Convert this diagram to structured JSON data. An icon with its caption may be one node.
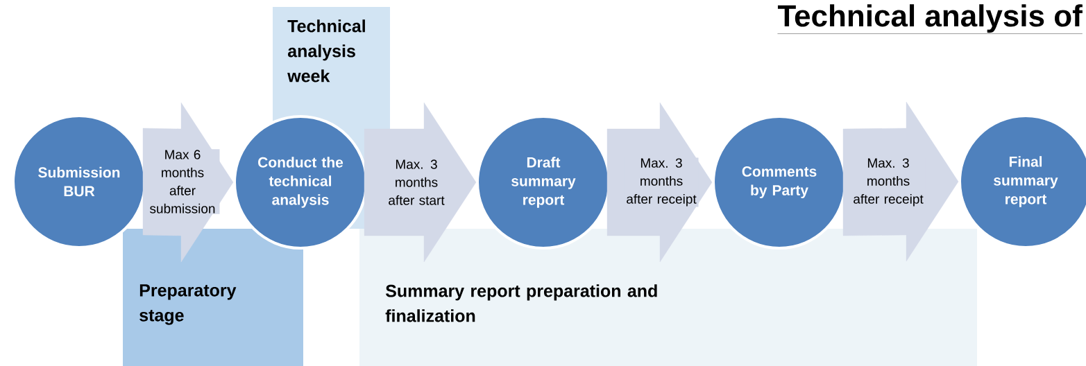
{
  "diagram": {
    "title": "Technical analysis of",
    "nodes": [
      {
        "text": [
          "Submission BUR"
        ]
      },
      {
        "text": [
          "Conduct the technical analysis"
        ]
      },
      {
        "text": [
          "Draft summary report"
        ]
      },
      {
        "text": [
          "Comments by Party"
        ]
      },
      {
        "text": [
          "Final summary report"
        ]
      },
      {
        "text": [
          "Technical analysis week"
        ]
      },
      {
        "text": [
          "Preparatory stage"
        ]
      },
      {
        "text": [
          "Summary report preparation and finalization"
        ]
      }
    ],
    "edges": [
      {
        "from": 0,
        "to": 1,
        "arrow": "to",
        "label": "Max 6 months after submission"
      },
      {
        "from": 1,
        "to": 2,
        "arrow": "to",
        "label": "Max. 3 months after start"
      },
      {
        "from": 2,
        "to": 3,
        "arrow": "to",
        "label": "Max. 3 months after receipt"
      },
      {
        "from": 3,
        "to": 4,
        "arrow": "to",
        "label": "Max. 3 months after receipt"
      }
    ]
  }
}
